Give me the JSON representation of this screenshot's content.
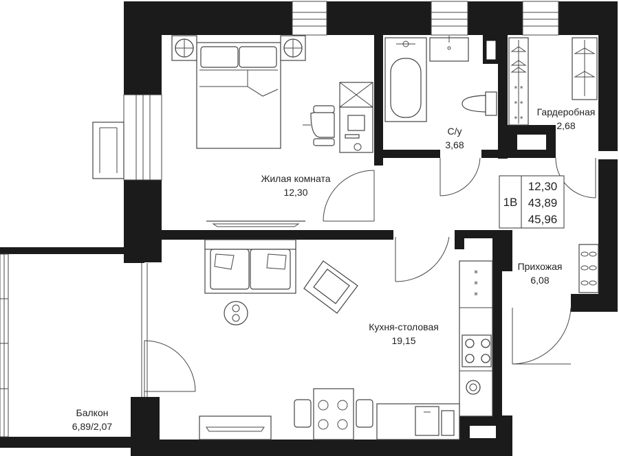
{
  "rooms": [
    {
      "id": "living",
      "name": "Жилая комната",
      "area": "12,30"
    },
    {
      "id": "bath",
      "name": "С/у",
      "area": "3,68"
    },
    {
      "id": "wardrobe",
      "name": "Гардеробная",
      "area": "2,68"
    },
    {
      "id": "hall",
      "name": "Прихожая",
      "area": "6,08"
    },
    {
      "id": "kitchen",
      "name": "Кухня-столовая",
      "area": "19,15"
    },
    {
      "id": "balcony",
      "name": "Балкон",
      "area": "6,89/2,07"
    }
  ],
  "summary": {
    "type": "1В",
    "living_area": "12,30",
    "total_area": "43,89",
    "total_with_balcony": "45,96"
  },
  "colors": {
    "wall": "#1b1b1b",
    "line": "#444444",
    "background": "#ffffff"
  }
}
